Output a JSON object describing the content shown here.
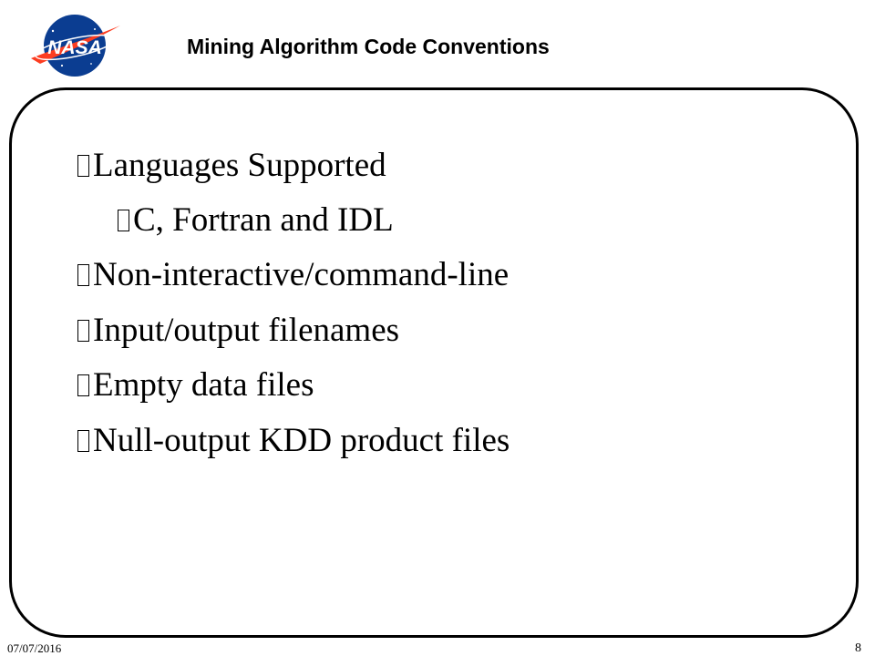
{
  "header": {
    "title": "Mining Algorithm Code Conventions",
    "logo_text": "NASA",
    "logo_colors": {
      "blue": "#0b3d91",
      "red": "#fc3d21",
      "white": "#ffffff"
    }
  },
  "body": {
    "bullets": [
      {
        "level": 1,
        "text": "Languages Supported"
      },
      {
        "level": 2,
        "text": "C, Fortran and IDL"
      },
      {
        "level": 1,
        "text": "Non-interactive/command-line"
      },
      {
        "level": 1,
        "text": "Input/output filenames"
      },
      {
        "level": 1,
        "text": "Empty data files"
      },
      {
        "level": 1,
        "text": "Null-output KDD product files"
      }
    ]
  },
  "footer": {
    "date": "07/07/2016",
    "page_number": "8"
  }
}
